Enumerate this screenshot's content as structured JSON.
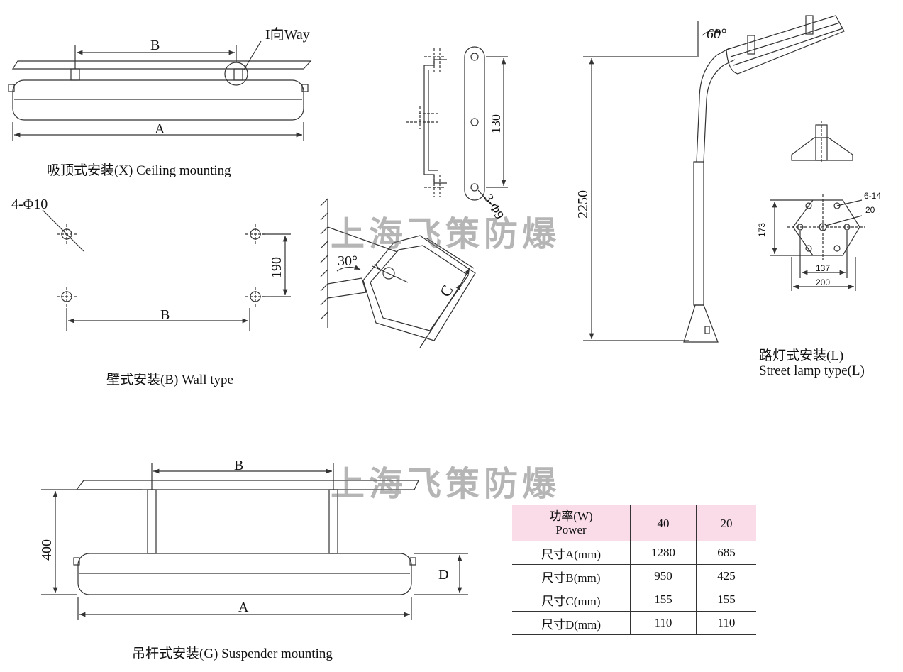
{
  "watermark": "上海飞策防爆",
  "ceiling": {
    "caption": "吸顶式安装(X) Ceiling mounting",
    "label_a": "A",
    "label_b": "B",
    "view_label": "I向Way"
  },
  "wall": {
    "caption": "壁式安装(B) Wall type",
    "hole_label": "4-Φ10",
    "label_b": "B",
    "dim_190": "190",
    "angle": "30°",
    "label_c": "C"
  },
  "bracket": {
    "dim_130": "130",
    "holes": "3-Φ9"
  },
  "street": {
    "caption_line1": "路灯式安装(L)",
    "caption_line2": "Street lamp type(L)",
    "angle": "60°",
    "height": "2250",
    "base_holes": "6-14",
    "dim_20": "20",
    "dim_173": "173",
    "dim_137": "137",
    "dim_200": "200"
  },
  "suspender": {
    "caption": "吊杆式安装(G) Suspender mounting",
    "label_a": "A",
    "label_b": "B",
    "label_d": "D",
    "dim_400": "400"
  },
  "spec_table": {
    "header": {
      "label_cn": "功率(W)",
      "label_en": "Power",
      "col1": "40",
      "col2": "20"
    },
    "rows": [
      {
        "label": "尺寸A(mm)",
        "v40": "1280",
        "v20": "685"
      },
      {
        "label": "尺寸B(mm)",
        "v40": "950",
        "v20": "425"
      },
      {
        "label": "尺寸C(mm)",
        "v40": "155",
        "v20": "155"
      },
      {
        "label": "尺寸D(mm)",
        "v40": "110",
        "v20": "110"
      }
    ]
  },
  "colors": {
    "line": "#333333",
    "header_bg": "#f9dce8",
    "watermark": "#8c8c8c"
  }
}
